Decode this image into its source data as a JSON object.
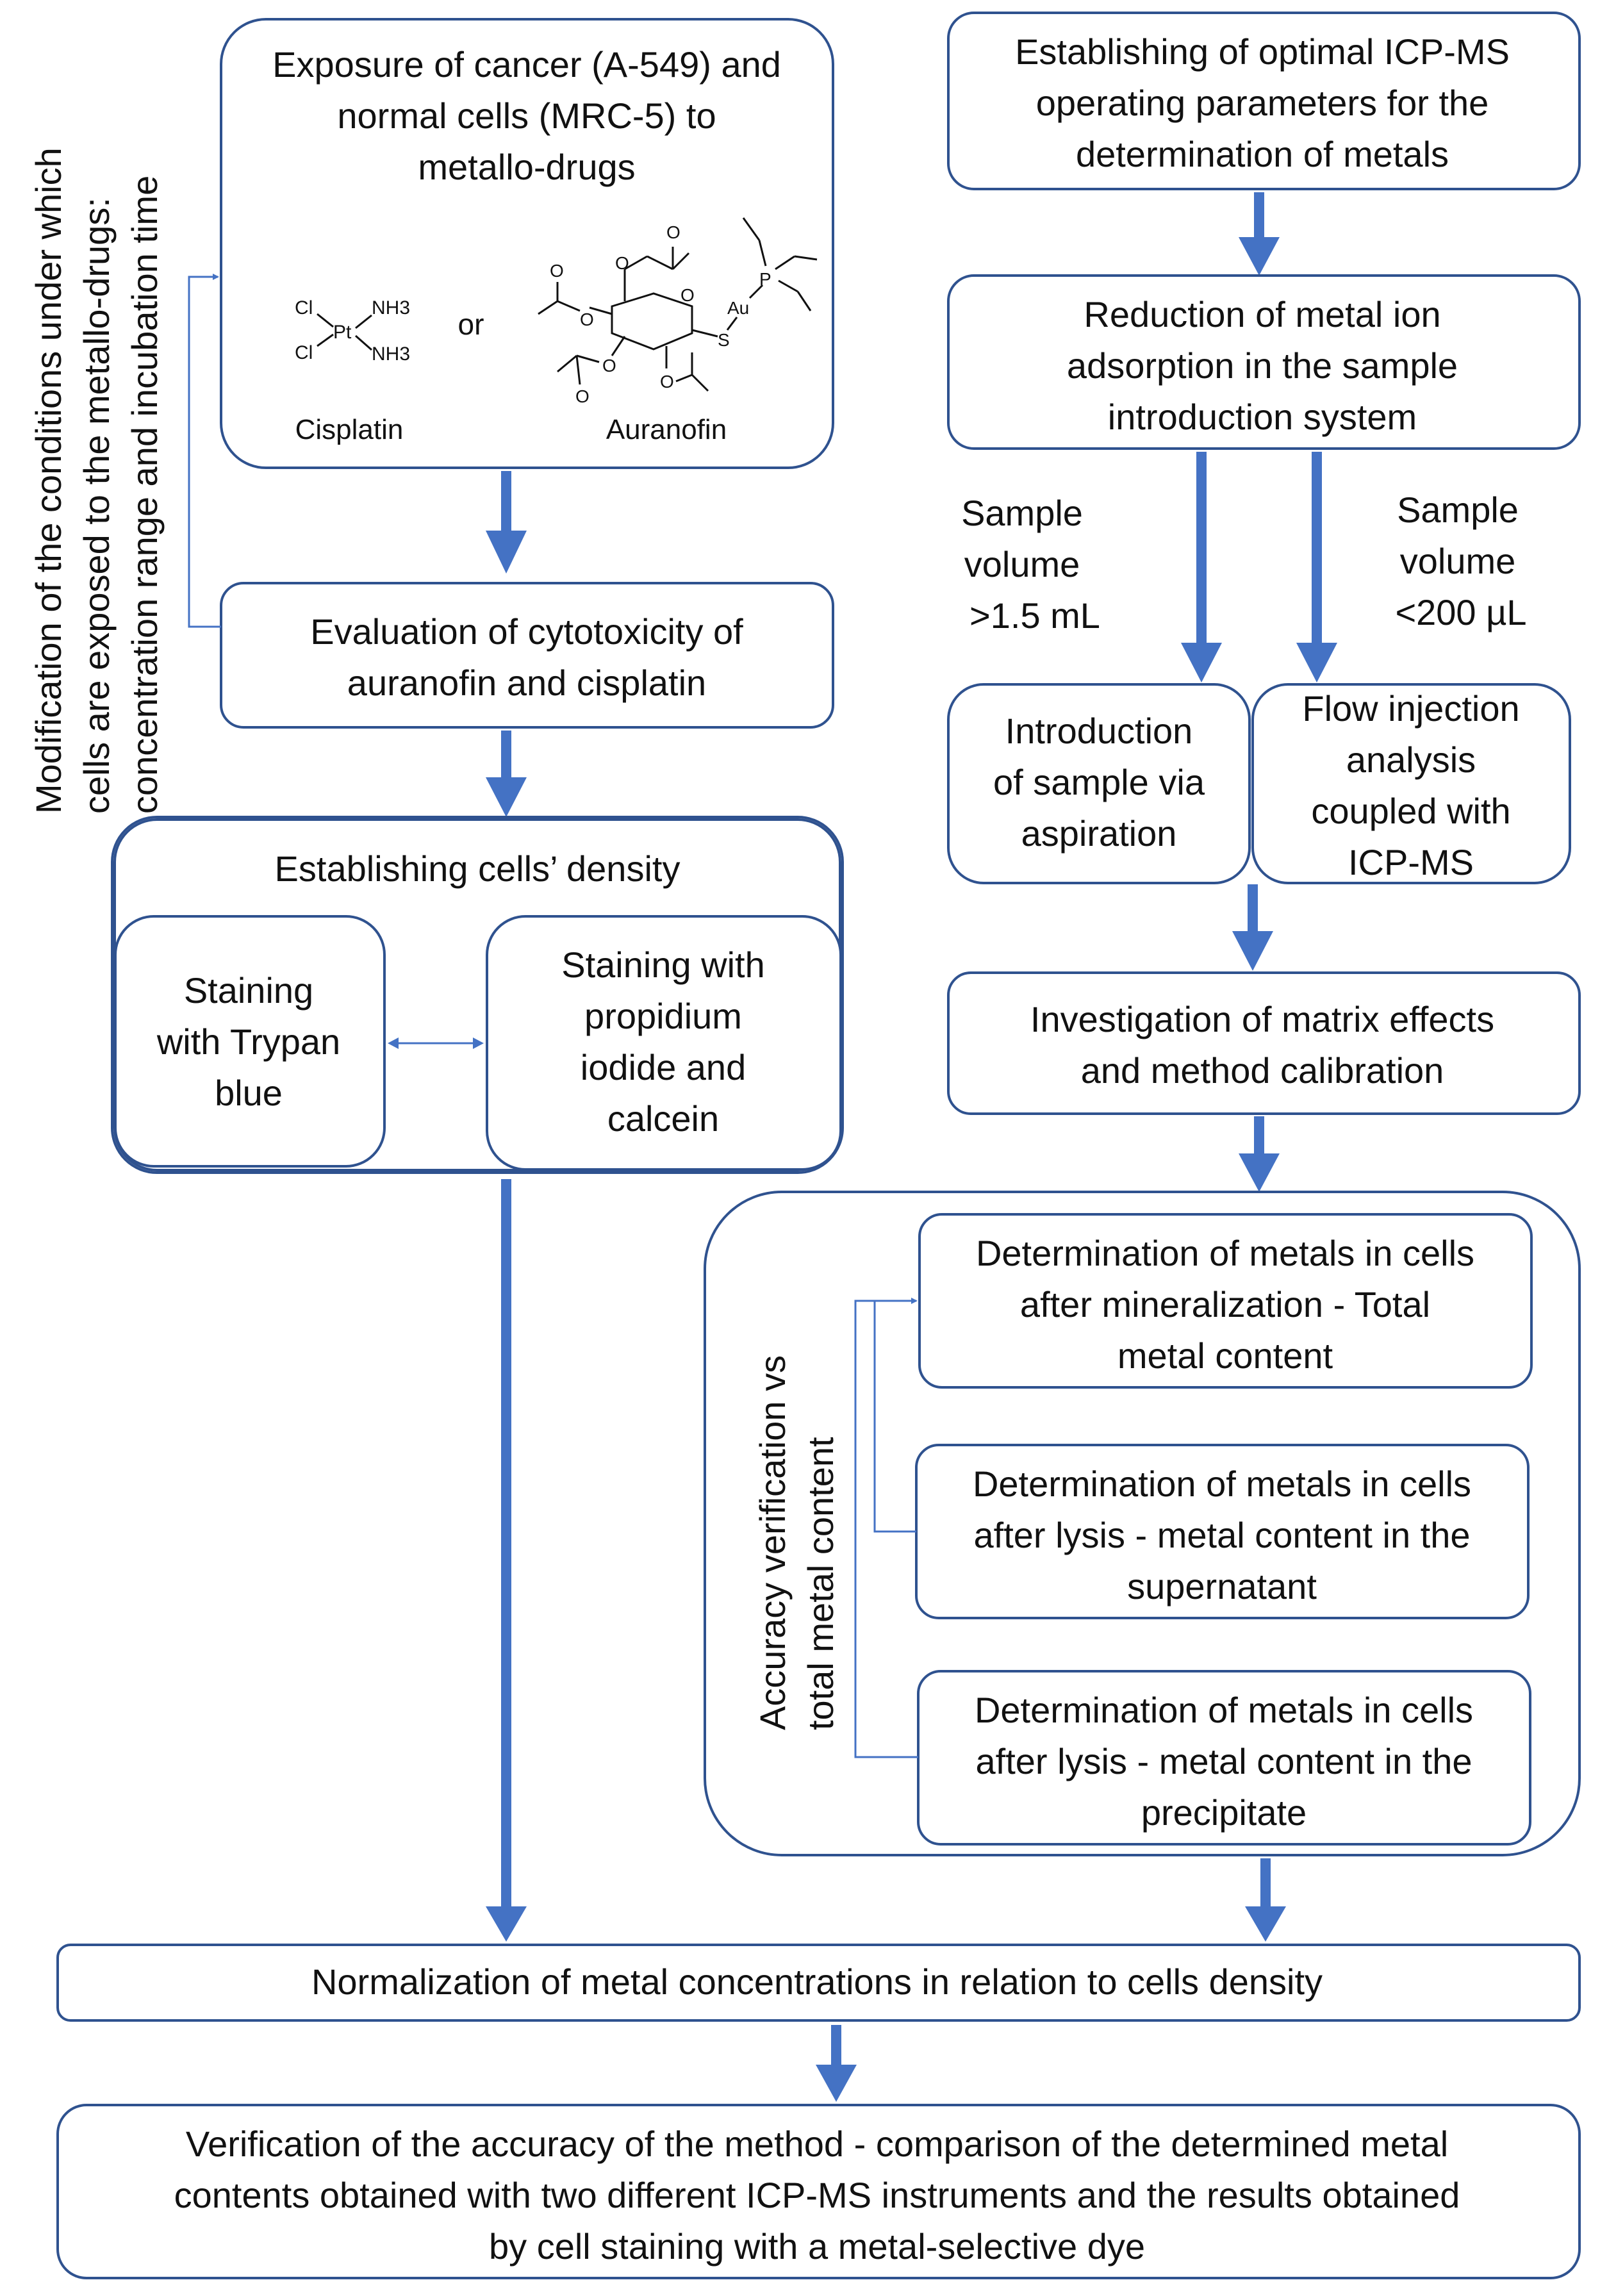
{
  "exposure": {
    "lines": [
      "Exposure of cancer (A-549) and",
      "normal cells (MRC-5) to",
      "metallo-drugs"
    ],
    "or_label": "or",
    "cisplatin_label": "Cisplatin",
    "auranofin_label": "Auranofin",
    "cisplatin_atoms": {
      "cl1": "Cl",
      "cl2": "Cl",
      "pt": "Pt",
      "nh1": "NH3",
      "nh2": "NH3"
    },
    "auranofin_atoms": {
      "p": "P",
      "au": "Au",
      "s": "S",
      "o": "O"
    }
  },
  "side_note": [
    "Modification of the conditions under which",
    "cells are exposed to the metallo-drugs:",
    "concentration range and incubation time"
  ],
  "cytotoxicity": [
    "Evaluation of cytotoxicity of",
    "auranofin and cisplatin"
  ],
  "density": {
    "title": "Establishing cells’ density",
    "trypan": [
      "Staining",
      "with Trypan",
      "blue"
    ],
    "propidium": [
      "Staining with",
      "propidium",
      "iodide and",
      "calcein"
    ]
  },
  "icpms_params": [
    "Establishing of optimal ICP-MS",
    "operating parameters for the",
    "determination of metals"
  ],
  "reduction": [
    "Reduction of metal ion",
    "adsorption in the sample",
    "introduction system"
  ],
  "volume_large": [
    "Sample",
    "volume",
    ">1.5 mL"
  ],
  "volume_small": [
    "Sample",
    "volume",
    "<200 µL"
  ],
  "aspiration": [
    "Introduction",
    "of sample via",
    "aspiration"
  ],
  "flow_injection": [
    "Flow injection",
    "analysis",
    "coupled with",
    "ICP-MS"
  ],
  "matrix": [
    "Investigation of matrix effects",
    "and method calibration"
  ],
  "accuracy_group_label": [
    "Accuracy verification vs",
    "total metal content"
  ],
  "determinations": [
    [
      "Determination of metals in cells",
      "after mineralization - Total",
      "metal content"
    ],
    [
      "Determination of metals in cells",
      "after lysis - metal content in the",
      "supernatant"
    ],
    [
      "Determination of metals in cells",
      "after lysis - metal content in the",
      "precipitate"
    ]
  ],
  "normalization": [
    "Normalization of metal concentrations in relation to cells density"
  ],
  "verification": [
    "Verification of the accuracy of the method - comparison of the determined metal",
    "contents obtained with two different ICP-MS instruments and the results obtained",
    "by cell staining with a metal-selective dye"
  ],
  "colors": {
    "arrow": "#4472C4",
    "box_border": "#2F528F",
    "text": "#111111"
  }
}
